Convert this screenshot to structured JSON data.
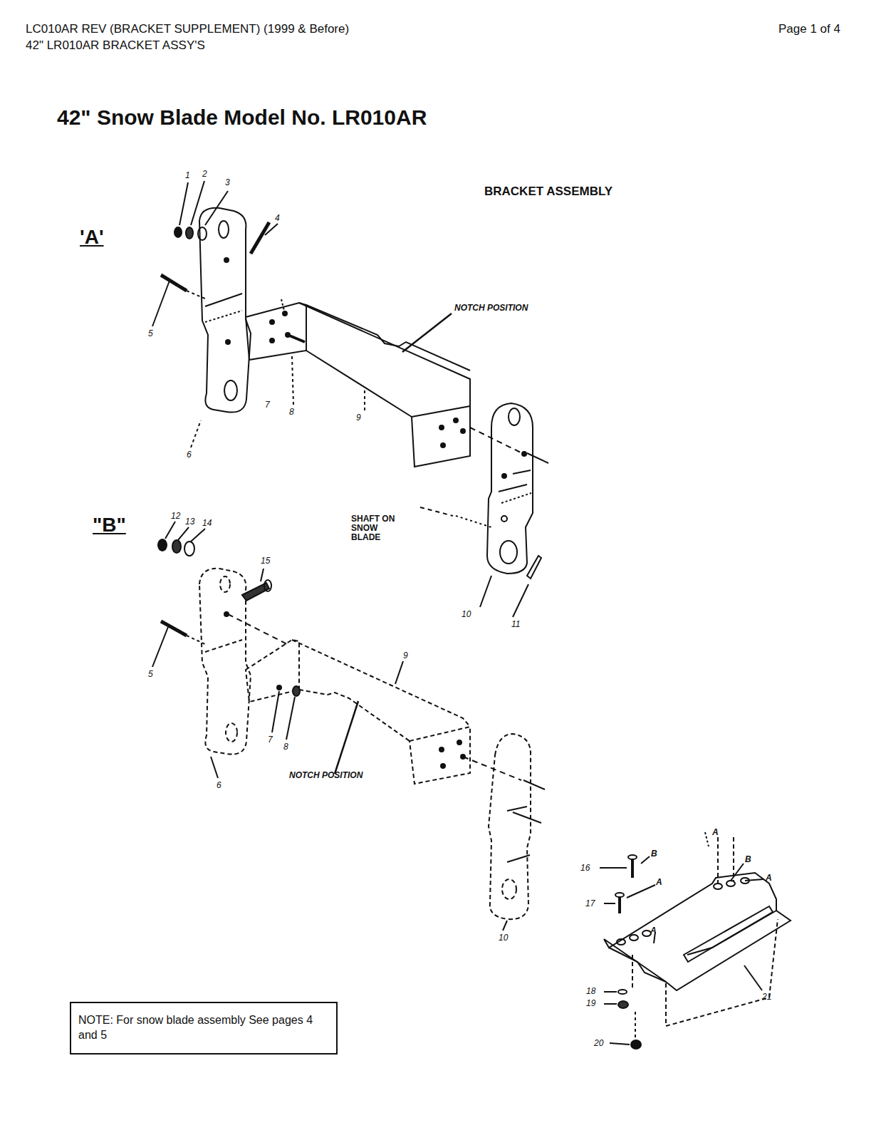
{
  "diagram": {
    "title": "42\" Snow Blade Model No. LR010AR",
    "nodes": [
      {
        "text": [
          "NOTE: For snow blade assembly See pages 4 and 5"
        ]
      }
    ],
    "labels": [
      "LC010AR REV (BRACKET SUPPLEMENT) (1999 & Before)",
      "42\" LR010AR BRACKET ASSY'S",
      "Page 1 of 4",
      "BRACKET ASSEMBLY",
      "'A'",
      "1",
      "2",
      "3",
      "4",
      "5",
      "6",
      "7",
      "8",
      "9",
      "10",
      "11",
      "NOTCH POSITION",
      "SHAFT ON SNOW BLADE",
      "\"B\"",
      "12",
      "13",
      "14",
      "15",
      "5",
      "6",
      "7",
      "8",
      "9",
      "NOTCH POSITION",
      "10",
      "16",
      "B",
      "17",
      "A",
      "A",
      "B",
      "A",
      "A",
      "18",
      "19",
      "20",
      "21"
    ]
  }
}
